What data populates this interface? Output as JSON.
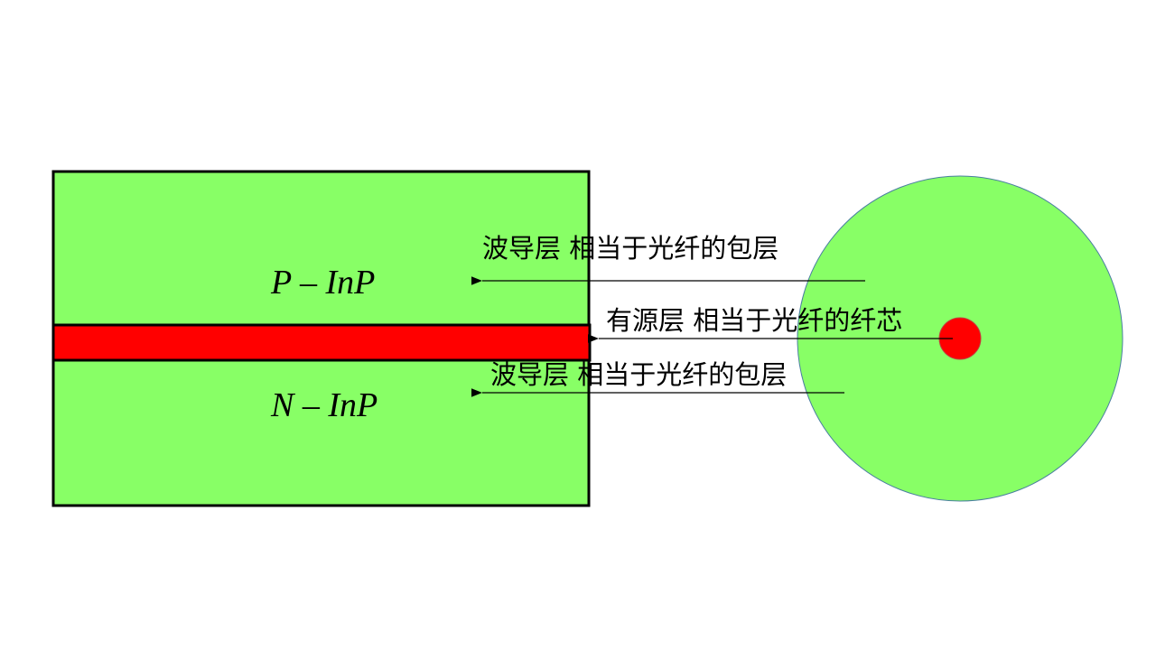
{
  "labels": {
    "top_layer": "P – InP",
    "bottom_layer": "N – InP",
    "top_annotation": "波导层  相当于光纤的包层",
    "middle_annotation": "有源层  相当于光纤的纤芯",
    "bottom_annotation": "波导层  相当于光纤的包层"
  },
  "colors": {
    "cladding": "#88ff66",
    "core": "#ff0000",
    "outline": "#000000"
  }
}
